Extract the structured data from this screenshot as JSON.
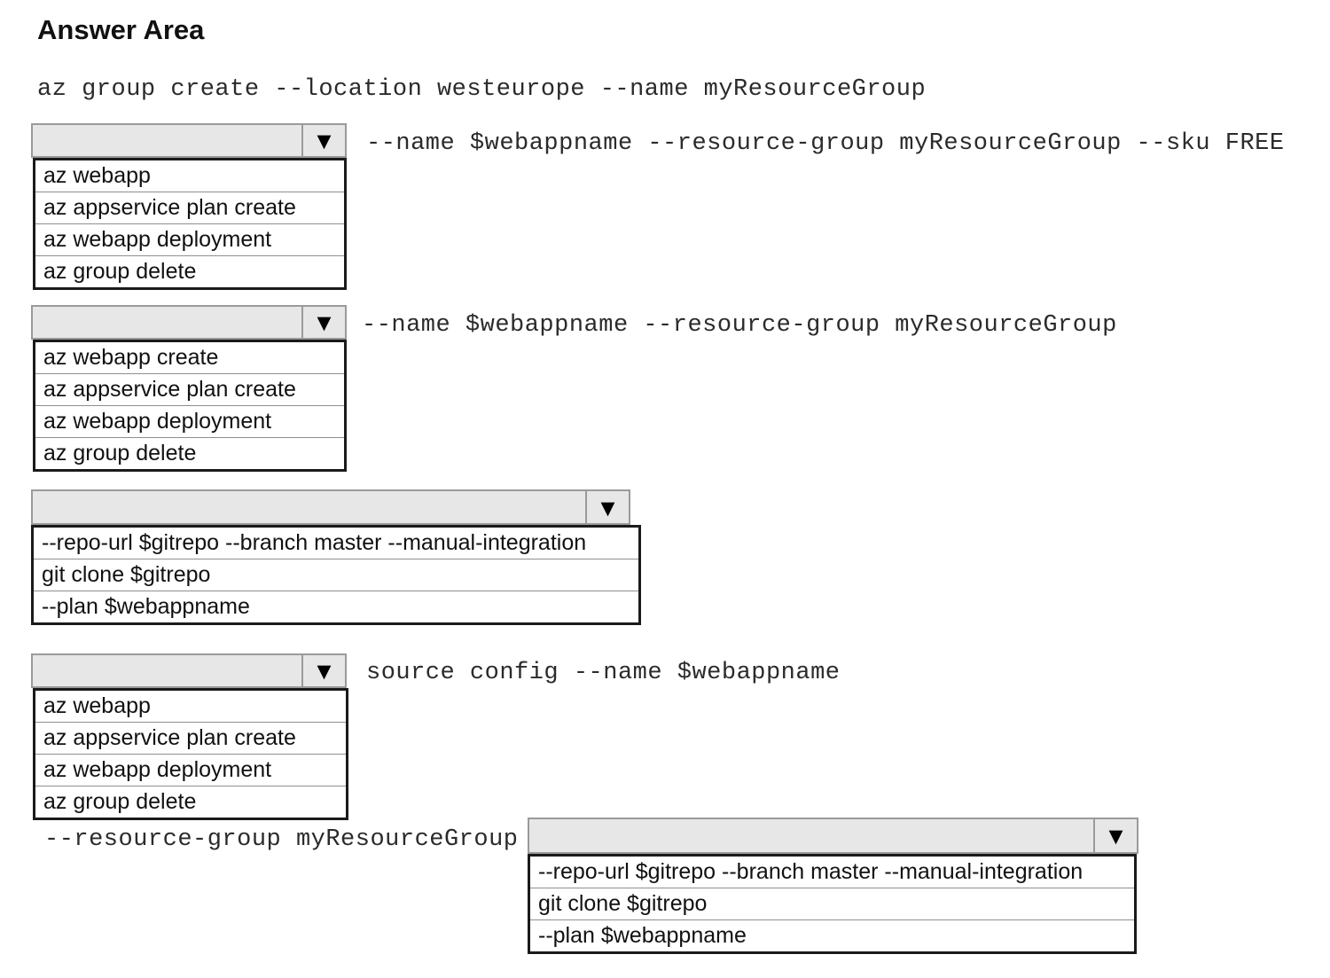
{
  "title": "Answer Area",
  "command": "az group create --location westeurope --name myResourceGroup",
  "icons": {
    "dropdown_arrow": "▼"
  },
  "colors": {
    "dropdown_fill": "#e7e7e7",
    "dropdown_border": "#9a9a9a",
    "list_border": "#1a1a1a",
    "text": "#2b2b2b"
  },
  "dropdowns": [
    {
      "selected": "",
      "suffix": "--name $webappname --resource-group myResourceGroup --sku FREE",
      "options": [
        "az webapp",
        "az appservice plan create",
        "az webapp deployment",
        "az group delete"
      ]
    },
    {
      "selected": "",
      "suffix": "--name $webappname --resource-group myResourceGroup",
      "options": [
        "az webapp create",
        "az appservice plan create",
        "az webapp deployment",
        "az group delete"
      ]
    },
    {
      "selected": "",
      "suffix": "",
      "options": [
        "--repo-url $gitrepo --branch master --manual-integration",
        "git clone $gitrepo",
        "--plan $webappname"
      ]
    },
    {
      "selected": "",
      "suffix": "source config --name $webappname",
      "options": [
        "az webapp",
        "az appservice plan create",
        "az webapp deployment",
        "az group delete"
      ]
    },
    {
      "selected": "",
      "prefix": "--resource-group myResourceGroup",
      "options": [
        "--repo-url $gitrepo --branch master --manual-integration",
        "git clone $gitrepo",
        "--plan $webappname"
      ]
    }
  ]
}
